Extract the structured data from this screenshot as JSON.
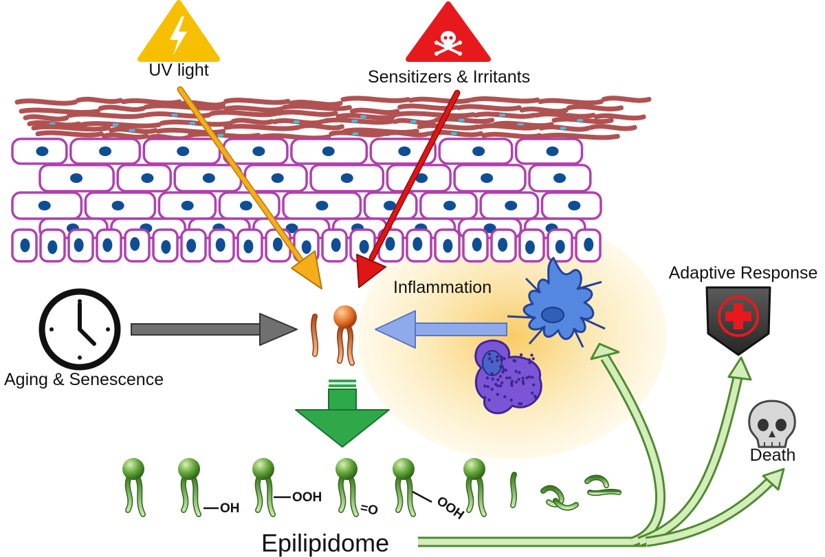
{
  "labels": {
    "uv_light": "UV light",
    "sensitizers": "Sensitizers & Irritants",
    "inflammation": "Inflammation",
    "adaptive_response": "Adaptive Response",
    "death": "Death",
    "aging": "Aging & Senescence",
    "epilipidome": "Epilipidome"
  },
  "modifications": {
    "oh": "OH",
    "ooh_1": "OOH",
    "oxo": "=O",
    "ooh_2": "OOH"
  },
  "colors": {
    "stratum_corneum": "#b05252",
    "keratinocyte_border": "#b03fb0",
    "nucleus": "#0f4e94",
    "uv_arrow": "#f2a413",
    "irritant_arrow": "#e01515",
    "lipid_native": "#e07a2a",
    "lipid_modified": "#5aa33a",
    "pathway_green": "#8ccb6a",
    "inflammation_arrow": "#7a9be0",
    "aging_arrow": "#707070",
    "warning_yellow": "#f6c000",
    "warning_red": "#e8191c"
  },
  "icons": [
    "lightning-icon",
    "skull-crossbones-icon",
    "clock-icon",
    "first-aid-shield-icon",
    "skull-icon",
    "dendritic-cell-icon",
    "granulocyte-icon"
  ]
}
